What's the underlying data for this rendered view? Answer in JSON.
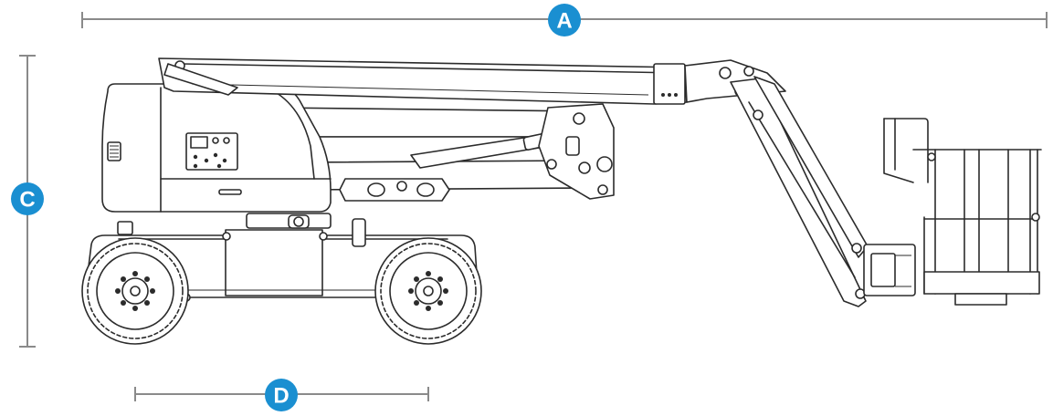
{
  "dimensions": {
    "a": {
      "label": "A"
    },
    "c": {
      "label": "C"
    },
    "d": {
      "label": "D"
    }
  },
  "colors": {
    "badge": "#1a8fd1",
    "dimension_line": "#8a8a8a",
    "drawing_line": "#2b2b2b"
  }
}
